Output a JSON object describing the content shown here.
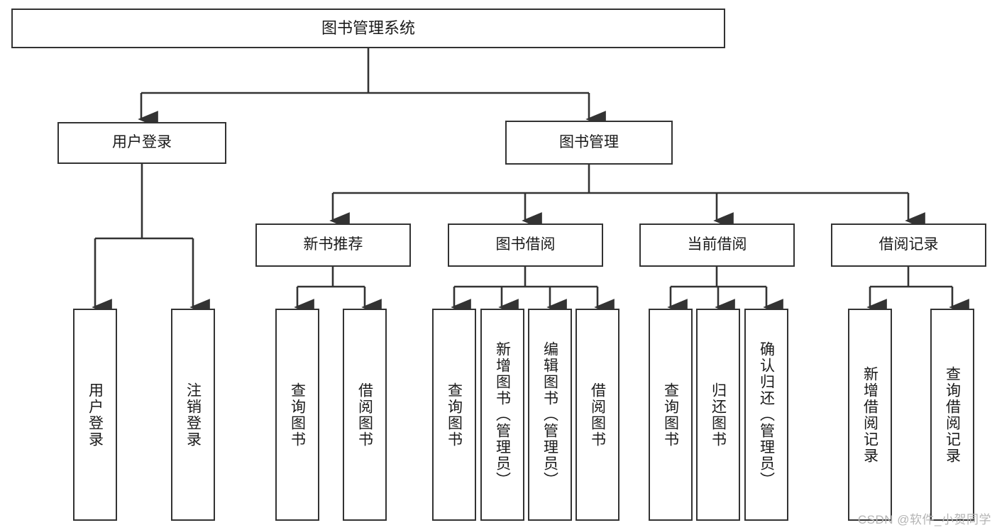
{
  "diagram": {
    "title": "图书管理系统",
    "watermark": "CSDN @软件_小贺同学",
    "colors": {
      "node_border": "#333333",
      "node_fill": "#ffffff",
      "edge": "#333333",
      "text": "#1a1a1a",
      "watermark": "#b4b4b4",
      "background": "#ffffff"
    },
    "root": {
      "label": "图书管理系统"
    },
    "level1": [
      {
        "label": "用户登录"
      },
      {
        "label": "图书管理"
      }
    ],
    "level2": [
      {
        "label": "新书推荐"
      },
      {
        "label": "图书借阅"
      },
      {
        "label": "当前借阅"
      },
      {
        "label": "借阅记录"
      }
    ],
    "leaves": {
      "user_login": [
        {
          "label": "用户登录"
        },
        {
          "label": "注销登录"
        }
      ],
      "new_book_recommend": [
        {
          "label": "查询图书"
        },
        {
          "label": "借阅图书"
        }
      ],
      "book_borrow": [
        {
          "label": "查询图书"
        },
        {
          "label": "新增图书（管理员）"
        },
        {
          "label": "编辑图书（管理员）"
        },
        {
          "label": "借阅图书"
        }
      ],
      "current_borrow": [
        {
          "label": "查询图书"
        },
        {
          "label": "归还图书"
        },
        {
          "label": "确认归还（管理员）"
        }
      ],
      "borrow_record": [
        {
          "label": "新增借阅记录"
        },
        {
          "label": "查询借阅记录"
        }
      ]
    }
  }
}
